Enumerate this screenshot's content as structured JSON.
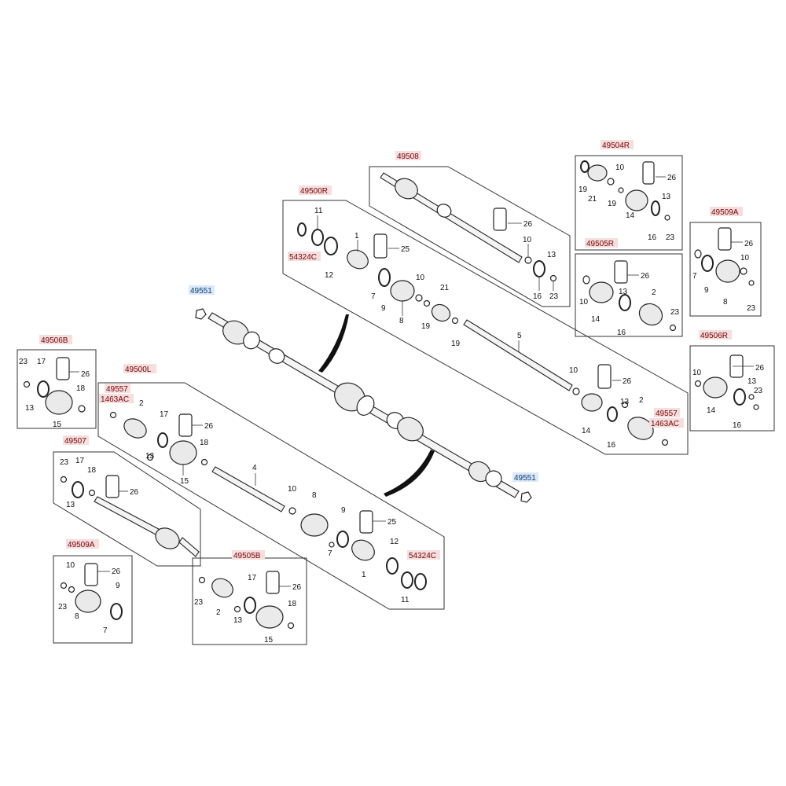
{
  "refs": {
    "r49508": "49508",
    "r49504R": "49504R",
    "r49500R": "49500R",
    "r49509A_right": "49509A",
    "r49505R": "49505R",
    "r49551_left": "49551",
    "r49506B": "49506B",
    "r49500L": "49500L",
    "r49506R": "49506R",
    "r49557_right": "49557",
    "r1463AC_right": "1463AC",
    "r49557_left": "49557",
    "r1463AC_left": "1463AC",
    "r54324C_top": "54324C",
    "r49507": "49507",
    "r49551_right": "49551",
    "r49509A_left": "49509A",
    "r49505B": "49505B",
    "r54324C_bottom": "54324C"
  },
  "nums": {
    "n1": "1",
    "n2": "2",
    "n4": "4",
    "n5": "5",
    "n7": "7",
    "n8": "8",
    "n9": "9",
    "n10": "10",
    "n11": "11",
    "n12": "12",
    "n13": "13",
    "n14": "14",
    "n15": "15",
    "n16": "16",
    "n17": "17",
    "n18": "18",
    "n19": "19",
    "n21": "21",
    "n23": "23",
    "n25": "25",
    "n26": "26"
  }
}
